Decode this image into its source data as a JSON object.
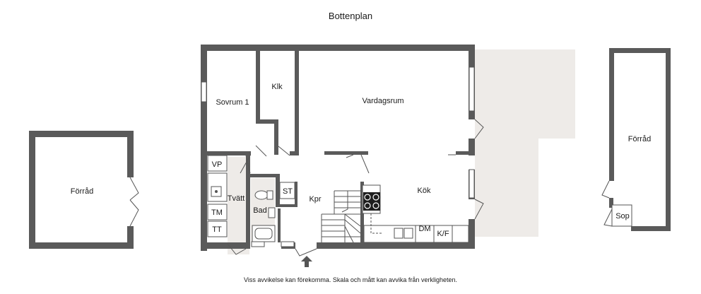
{
  "title": "Bottenplan",
  "disclaimer": "Viss avvikelse kan förekomma. Skala och mått kan avvika från verkligheten.",
  "rooms": {
    "forrad_left": "Förråd",
    "sovrum": "Sovrum 1",
    "klk": "Klk",
    "vardagsrum": "Vardagsrum",
    "vp": "VP",
    "tvatt": "Tvätt",
    "tm": "TM",
    "tt": "TT",
    "bad": "Bad",
    "st": "ST",
    "kpr": "Kpr",
    "kok": "Kök",
    "dm": "DM",
    "kf": "K/F",
    "forrad_right": "Förråd",
    "sop": "Sop"
  },
  "colors": {
    "wall": "#5a5a5a",
    "terrace": "#eeebe8",
    "laundry_floor": "#eeebe8"
  }
}
